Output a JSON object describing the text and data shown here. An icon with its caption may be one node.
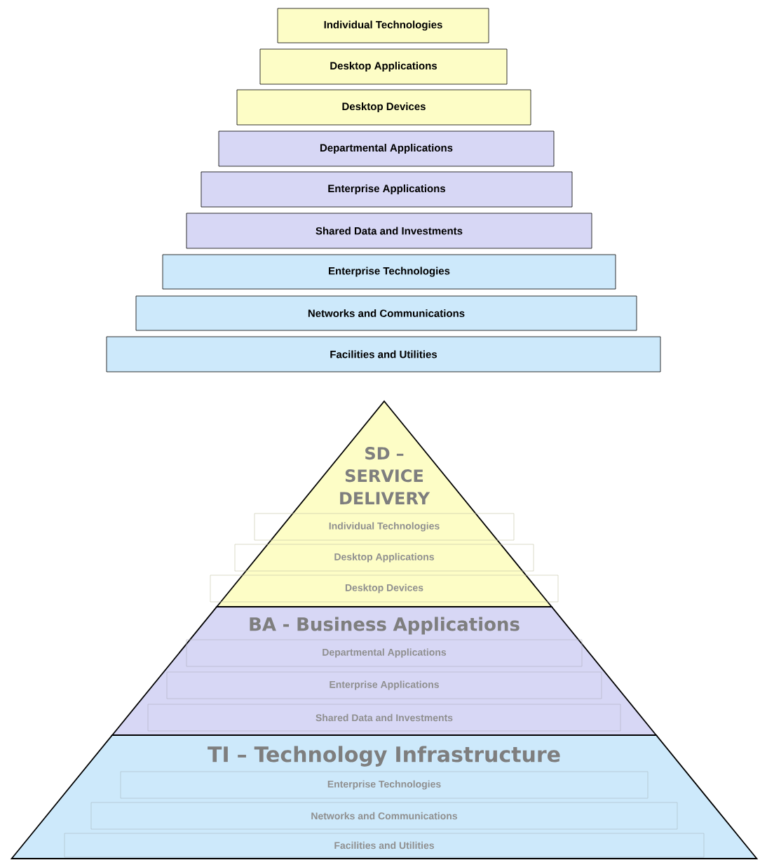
{
  "diagram": {
    "nodes": [
      {
        "text": [
          "Individual Technologies"
        ]
      },
      {
        "text": [
          "Desktop Applications"
        ]
      },
      {
        "text": [
          "Desktop Devices"
        ]
      },
      {
        "text": [
          "Departmental Applications"
        ]
      },
      {
        "text": [
          "Enterprise Applications"
        ]
      },
      {
        "text": [
          "Shared Data and Investments"
        ]
      },
      {
        "text": [
          "Enterprise Technologies"
        ]
      },
      {
        "text": [
          "Networks and Communications"
        ]
      },
      {
        "text": [
          "Facilities and Utilities"
        ]
      },
      {
        "text": [
          "SD – SERVICE DELIVERY"
        ]
      },
      {
        "text": [
          "Individual Technologies"
        ],
        "in": 9
      },
      {
        "text": [
          "Desktop Applications"
        ],
        "in": 9
      },
      {
        "text": [
          "Desktop Devices"
        ],
        "in": 9
      },
      {
        "text": [
          "BA - Business Applications"
        ]
      },
      {
        "text": [
          "Departmental Applications"
        ],
        "in": 13
      },
      {
        "text": [
          "Enterprise Applications"
        ],
        "in": 13
      },
      {
        "text": [
          "Shared Data and Investments"
        ],
        "in": 13
      },
      {
        "text": [
          "TI – Technology Infrastructure"
        ]
      },
      {
        "text": [
          "Enterprise Technologies"
        ],
        "in": 17
      },
      {
        "text": [
          "Networks and Communications"
        ],
        "in": 17
      },
      {
        "text": [
          "Facilities and Utilities"
        ],
        "in": 17
      }
    ]
  }
}
